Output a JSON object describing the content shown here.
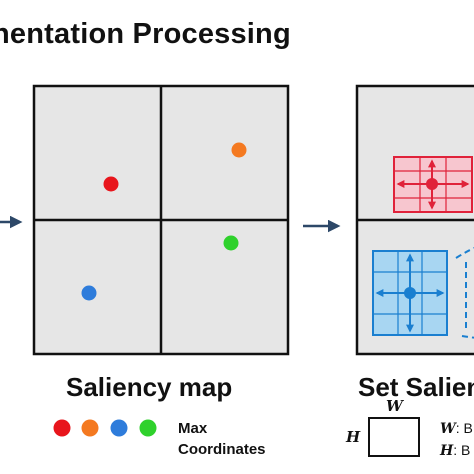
{
  "header": {
    "title": "nentation Processing"
  },
  "saliency_map": {
    "label": "Saliency map",
    "legend": {
      "text_line1": "Max",
      "text_line2": "Coordinates",
      "dots": [
        {
          "color": "#e8151c"
        },
        {
          "color": "#f47920"
        },
        {
          "color": "#2e7cdb"
        },
        {
          "color": "#2fd12c"
        }
      ]
    },
    "points": [
      {
        "color": "#e8151c"
      },
      {
        "color": "#f47920"
      },
      {
        "color": "#2e7cdb"
      },
      {
        "color": "#2fd12c"
      }
    ]
  },
  "set_saliency": {
    "label": "Set Salien",
    "box_legend": {
      "w_symbol": "W",
      "h_symbol": "H",
      "w_desc_symbol": "W",
      "w_desc_text": ": B",
      "h_desc_symbol": "H",
      "h_desc_text": ": B"
    },
    "region_colors": {
      "red_fill": "#f7c6cf",
      "red_stroke": "#e0223a",
      "blue_fill": "#a8d6f2",
      "blue_stroke": "#1a7fd0"
    }
  },
  "colors": {
    "panel_fill": "#e6e6e6",
    "panel_stroke": "#111111",
    "arrow": "#2d4868"
  }
}
